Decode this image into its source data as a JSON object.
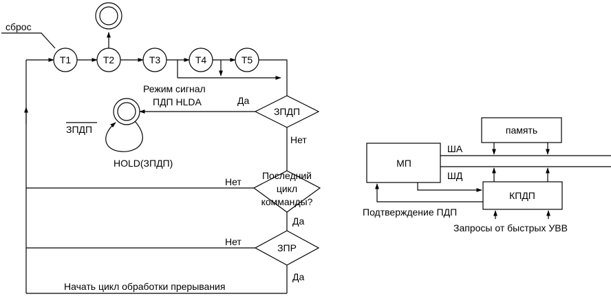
{
  "flowchart": {
    "reset_label": "сброс",
    "states": [
      "T1",
      "T2",
      "T3",
      "T4",
      "T5"
    ],
    "mode_label_line1": "Режим сигнал",
    "mode_label_line2": "ПДП HLDA",
    "not_zpdp_label": "ЗПДП",
    "hold_label": "HOLD(ЗПДП)",
    "decision_zpdp": "ЗПДП",
    "decision_last_cycle": [
      "Последний",
      "цикл",
      "комманды?"
    ],
    "decision_zpr": "ЗПР",
    "yes": "Да",
    "no": "Нет",
    "interrupt_label": "Начать цикл обработки прерывания"
  },
  "block_diagram": {
    "mp_label": "МП",
    "memory_label": "память",
    "kpdp_label": "КПДП",
    "address_bus": "ША",
    "data_bus": "ШД",
    "ack_label": "Подтверждение ПДП",
    "requests_label": "Запросы от быстрых УВВ"
  }
}
